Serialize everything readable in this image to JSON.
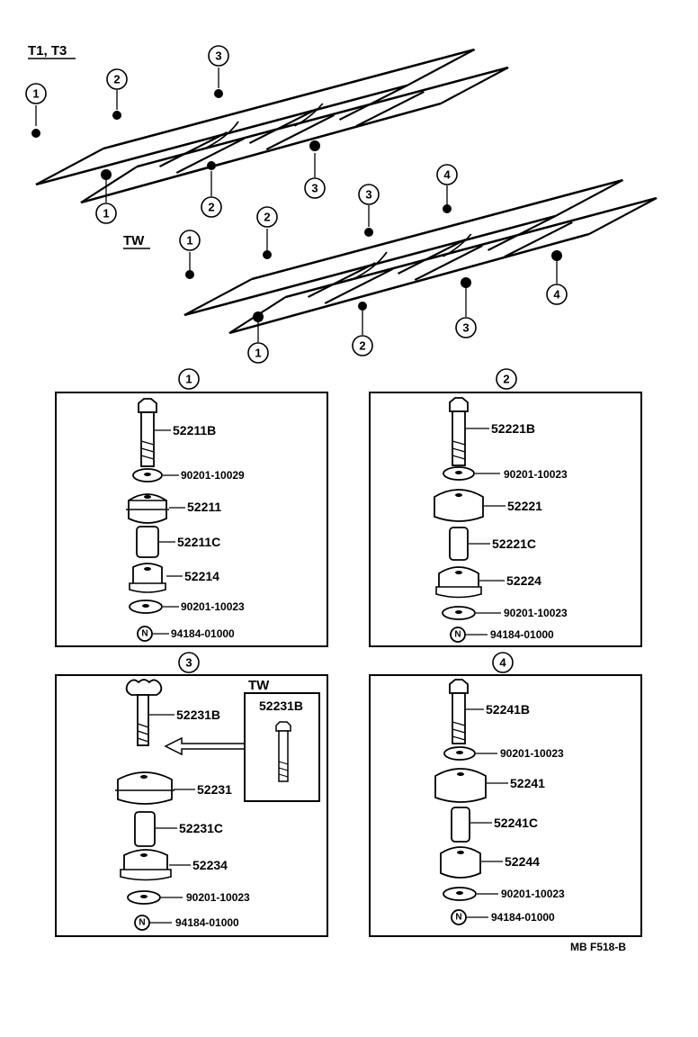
{
  "variants": {
    "t1t3": "T1, T3",
    "tw": "TW"
  },
  "callouts": {
    "t1t3": [
      "1",
      "2",
      "3",
      "1",
      "2",
      "3"
    ],
    "tw": [
      "4",
      "3",
      "2",
      "1",
      "1",
      "2",
      "3",
      "4"
    ]
  },
  "panels": [
    {
      "number": "1",
      "parts": [
        "52211B",
        "90201-10029",
        "52211",
        "52211C",
        "52214",
        "90201-10023",
        "94184-01000"
      ]
    },
    {
      "number": "2",
      "parts": [
        "52221B",
        "90201-10023",
        "52221",
        "52221C",
        "52224",
        "90201-10023",
        "94184-01000"
      ]
    },
    {
      "number": "3",
      "parts": [
        "52231B",
        "52231",
        "52231C",
        "52234",
        "90201-10023",
        "94184-01000"
      ],
      "inset": {
        "label": "TW",
        "part": "52231B"
      }
    },
    {
      "number": "4",
      "parts": [
        "52241B",
        "90201-10023",
        "52241",
        "52241C",
        "52244",
        "90201-10023",
        "94184-01000"
      ]
    }
  ],
  "nut_symbol": "N",
  "ref_code": "MB F518-B"
}
